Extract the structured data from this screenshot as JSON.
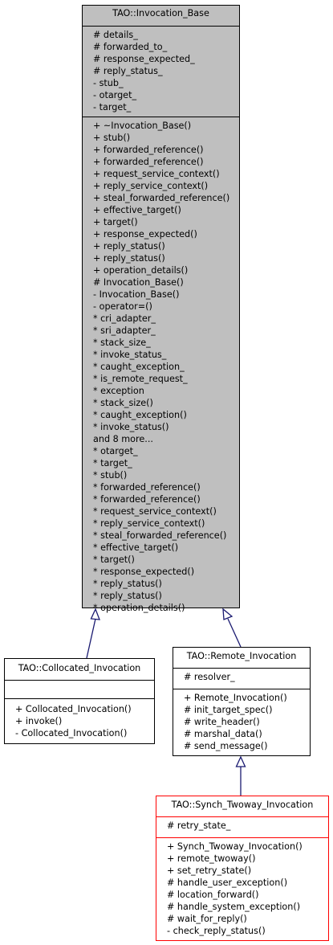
{
  "classes": {
    "invocation_base": {
      "name": "TAO::Invocation_Base",
      "attributes": [
        "# details_",
        "# forwarded_to_",
        "# response_expected_",
        "# reply_status_",
        "- stub_",
        "- otarget_",
        "- target_"
      ],
      "methods": [
        "+ ~Invocation_Base()",
        "+ stub()",
        "+ forwarded_reference()",
        "+ forwarded_reference()",
        "+ request_service_context()",
        "+ reply_service_context()",
        "+ steal_forwarded_reference()",
        "+ effective_target()",
        "+ target()",
        "+ response_expected()",
        "+ reply_status()",
        "+ reply_status()",
        "+ operation_details()",
        "# Invocation_Base()",
        "- Invocation_Base()",
        "- operator=()",
        "* cri_adapter_",
        "* sri_adapter_",
        "* stack_size_",
        "* invoke_status_",
        "* caught_exception_",
        "* is_remote_request_",
        "* exception",
        "* stack_size()",
        "* caught_exception()",
        "* invoke_status()",
        "and 8 more...",
        "* otarget_",
        "* target_",
        "* stub()",
        "* forwarded_reference()",
        "* forwarded_reference()",
        "* request_service_context()",
        "* reply_service_context()",
        "* steal_forwarded_reference()",
        "* effective_target()",
        "* target()",
        "* response_expected()",
        "* reply_status()",
        "* reply_status()",
        "* operation_details()"
      ]
    },
    "collocated_invocation": {
      "name": "TAO::Collocated_Invocation",
      "attributes": [],
      "methods": [
        "+ Collocated_Invocation()",
        "+ invoke()",
        "- Collocated_Invocation()"
      ]
    },
    "remote_invocation": {
      "name": "TAO::Remote_Invocation",
      "attributes": [
        "# resolver_"
      ],
      "methods": [
        "+ Remote_Invocation()",
        "# init_target_spec()",
        "# write_header()",
        "# marshal_data()",
        "# send_message()"
      ]
    },
    "synch_twoway_invocation": {
      "name": "TAO::Synch_Twoway_Invocation",
      "attributes": [
        "# retry_state_"
      ],
      "methods": [
        "+ Synch_Twoway_Invocation()",
        "+ remote_twoway()",
        "+ set_retry_state()",
        "# handle_user_exception()",
        "# location_forward()",
        "# handle_system_exception()",
        "# wait_for_reply()",
        "- check_reply_status()"
      ]
    }
  },
  "colors": {
    "base_fill": "#bfbfbf",
    "edge": "#191970",
    "highlight_border": "#ff0000"
  }
}
